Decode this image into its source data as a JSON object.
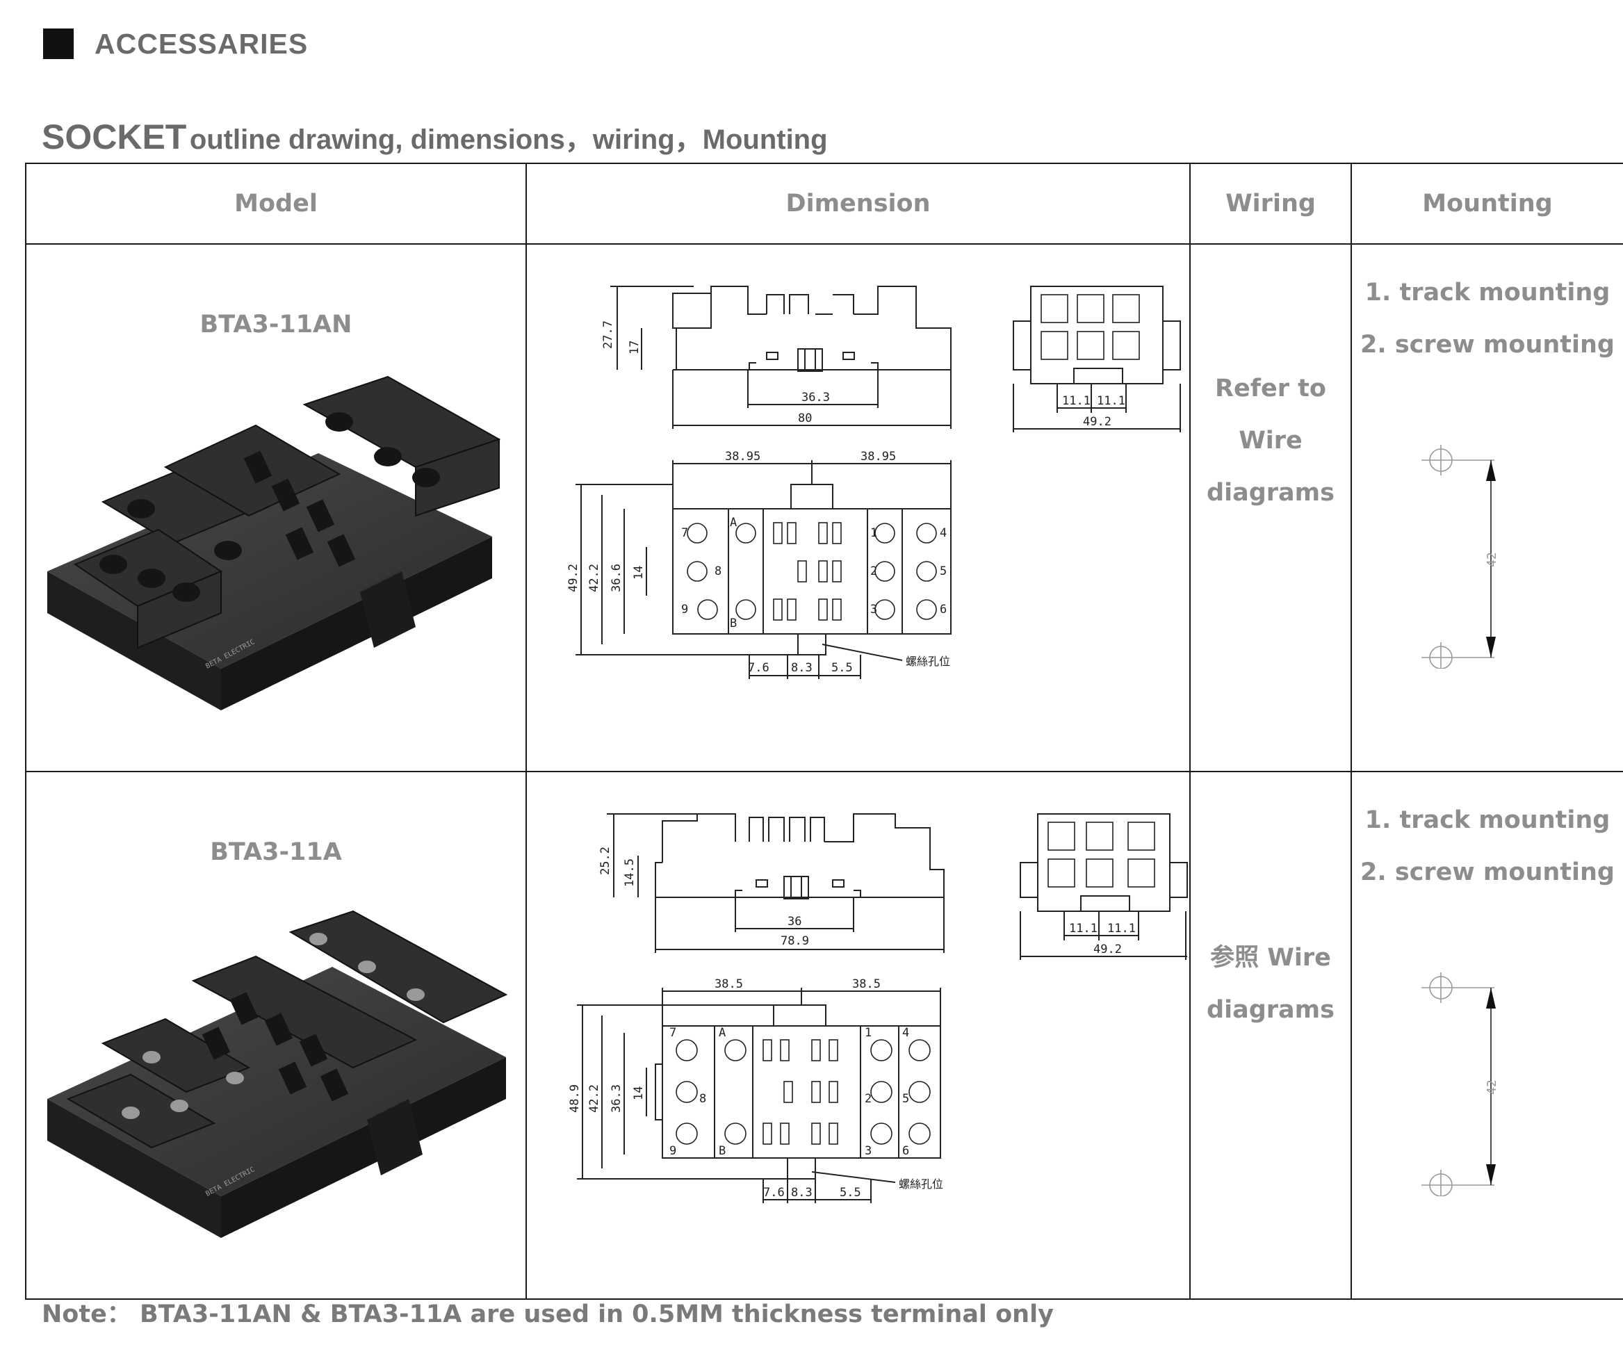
{
  "header": {
    "title": "ACCESSARIES"
  },
  "subtitle": {
    "big": "SOCKET",
    "small": "outline drawing, dimensions，wiring，Mounting"
  },
  "table": {
    "headers": [
      "Model",
      "Dimension",
      "Wiring",
      "Mounting"
    ],
    "rows": [
      {
        "model": "BTA3-11AN",
        "wiring": [
          "Refer to",
          "Wire",
          "diagrams"
        ],
        "mounting": [
          "1. track mounting",
          "2. screw mounting"
        ],
        "mount_dim": "42",
        "dims": {
          "side_h1": "27.7",
          "side_h2": "17",
          "side_w1": "36.3",
          "side_w2": "80",
          "end_a": "11.1",
          "end_b": "11.1",
          "end_w": "49.2",
          "top_l": "38.95",
          "top_r": "38.95",
          "v1": "49.2",
          "v2": "42.2",
          "v3": "36.6",
          "v4": "14",
          "b1": "7.6",
          "b2": "8.3",
          "b3": "5.5",
          "hole_label": "螺絲孔位",
          "terms_left": [
            "7",
            "8",
            "9"
          ],
          "terms_ab": [
            "A",
            "B"
          ],
          "terms_r1": [
            "1",
            "2",
            "3"
          ],
          "terms_r2": [
            "4",
            "5",
            "6"
          ]
        }
      },
      {
        "model": "BTA3-11A",
        "wiring": [
          "参照 Wire",
          "diagrams"
        ],
        "mounting": [
          "1. track mounting",
          "2. screw mounting"
        ],
        "mount_dim": "42",
        "dims": {
          "side_h1": "25.2",
          "side_h2": "14.5",
          "side_w1": "36",
          "side_w2": "78.9",
          "end_a": "11.1",
          "end_b": "11.1",
          "end_w": "49.2",
          "top_l": "38.5",
          "top_r": "38.5",
          "v1": "48.9",
          "v2": "42.2",
          "v3": "36.3",
          "v4": "14",
          "b1": "7.6",
          "b2": "8.3",
          "b3": "5.5",
          "hole_label": "螺絲孔位",
          "terms_left": [
            "7",
            "8",
            "9"
          ],
          "terms_ab": [
            "A",
            "B"
          ],
          "terms_r1": [
            "1",
            "2",
            "3"
          ],
          "terms_r2": [
            "4",
            "5",
            "6"
          ]
        }
      }
    ]
  },
  "note": {
    "label": "Note：",
    "text": "BTA3-11AN & BTA3-11A are used in 0.5MM thickness terminal only"
  }
}
